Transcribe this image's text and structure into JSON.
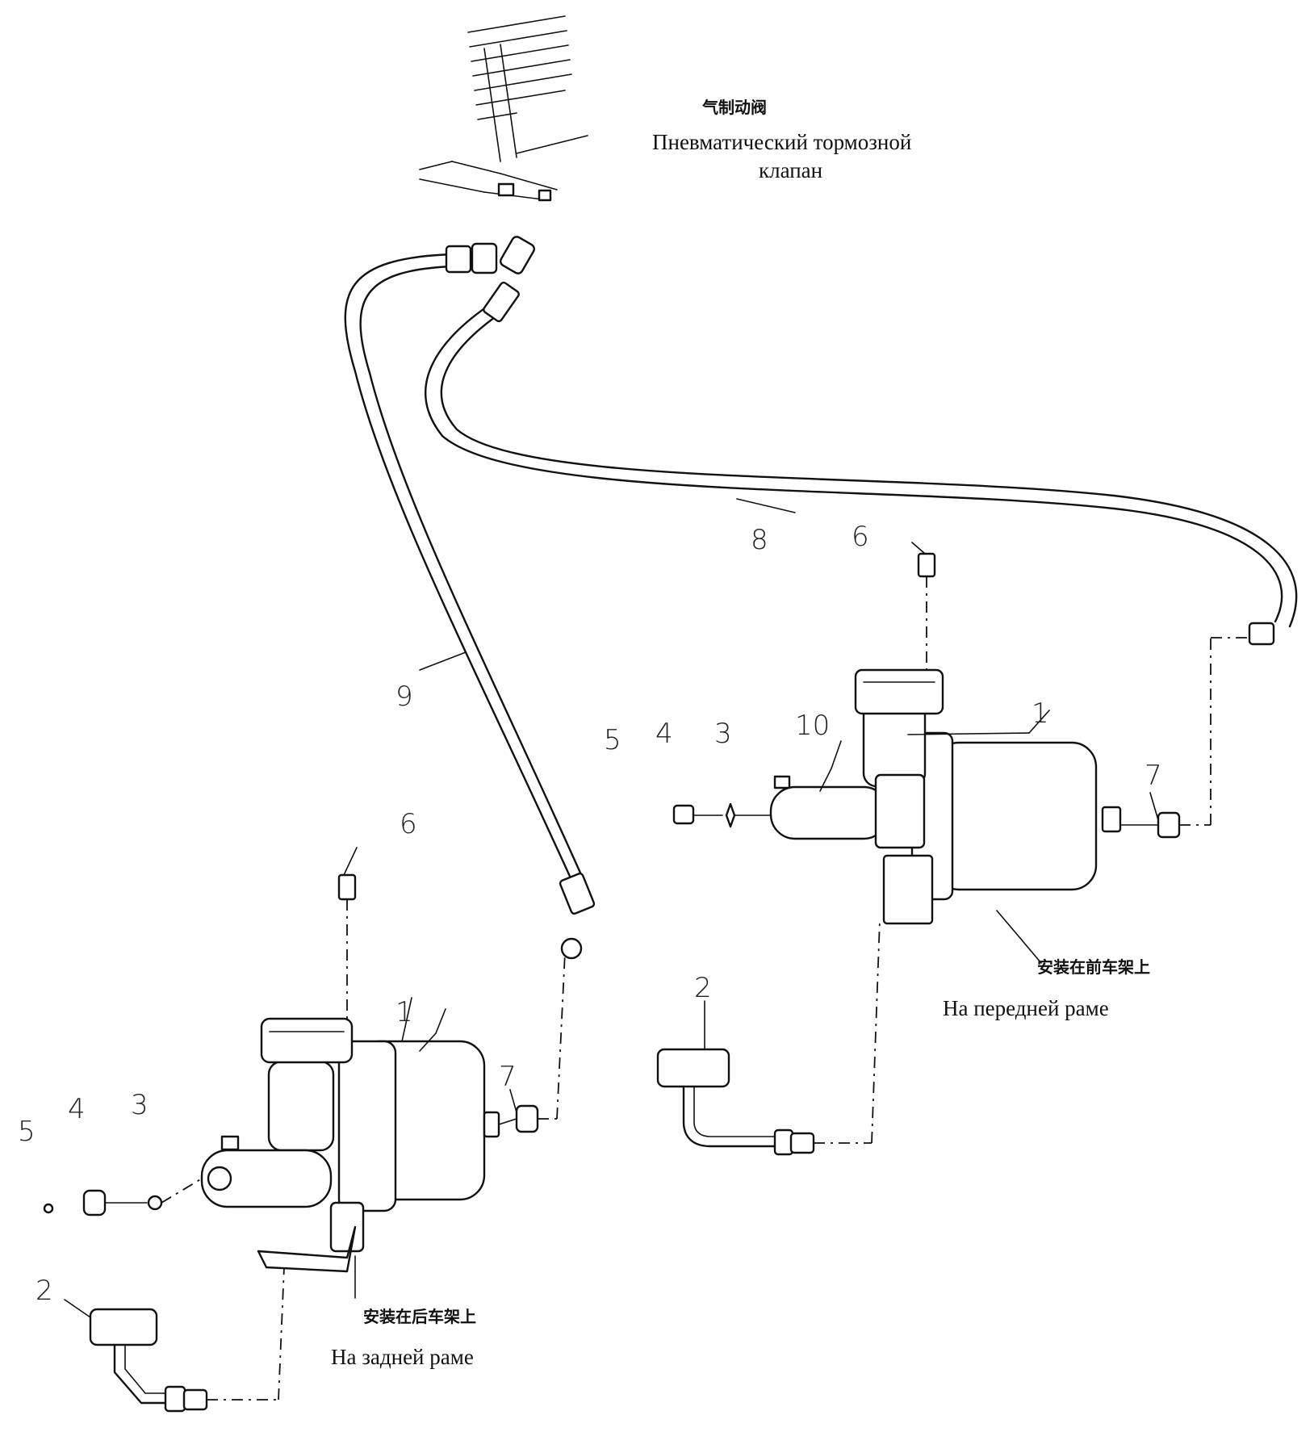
{
  "labels": {
    "valve_cn": "气制动阀",
    "valve_ru_line1": "Пневматический тормозной",
    "valve_ru_line2": "клапан",
    "front_cn": "安装在前车架上",
    "front_ru": "На передней раме",
    "rear_cn": "安装在后车架上",
    "rear_ru": "На задней раме"
  },
  "callouts": {
    "n1": "1",
    "n2": "2",
    "n3": "3",
    "n4": "4",
    "n5": "5",
    "n6": "6",
    "n7": "7",
    "n8": "8",
    "n9": "9",
    "n10": "10"
  }
}
